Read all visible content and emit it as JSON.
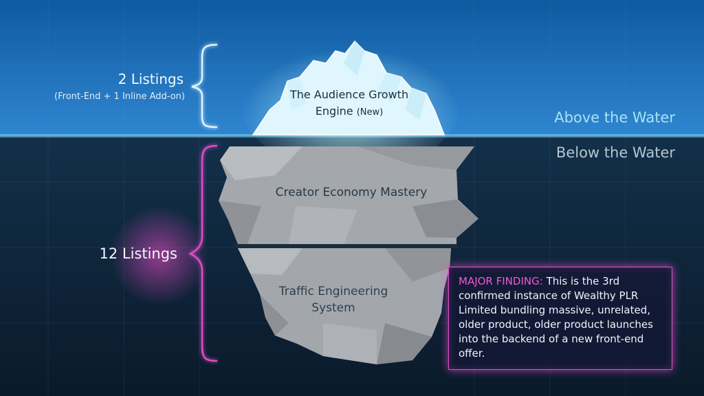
{
  "colors": {
    "sky_top": "#0f5aa0",
    "sky_bottom": "#2f86d0",
    "water_top": "#13304a",
    "water_bottom": "#0a1a2a",
    "top_bracket": "#dff4ff",
    "bottom_bracket": "#e04cc8",
    "finding_accent": "#ee5ad6",
    "above_text": "#a9e3f4",
    "below_text": "#b8c5d1"
  },
  "above": {
    "count": "2 Listings",
    "detail": "(Front-End + 1 Inline Add-on)",
    "section_label": "Above the Water",
    "product_name": "The Audience Growth Engine",
    "product_tag": "(New)"
  },
  "below": {
    "count": "12 Listings",
    "section_label": "Below the Water",
    "products": [
      "Creator Economy Mastery",
      "Traffic Engineering System"
    ]
  },
  "finding": {
    "heading": "MAJOR FINDING:",
    "body": "This is the 3rd confirmed instance of Wealthy PLR Limited bundling massive, unrelated, older product, older product launches into the backend of a new front-end offer."
  },
  "icons": {
    "top_bracket": "curly-brace-icon",
    "bottom_bracket": "curly-brace-icon",
    "glow": "radial-glow"
  }
}
